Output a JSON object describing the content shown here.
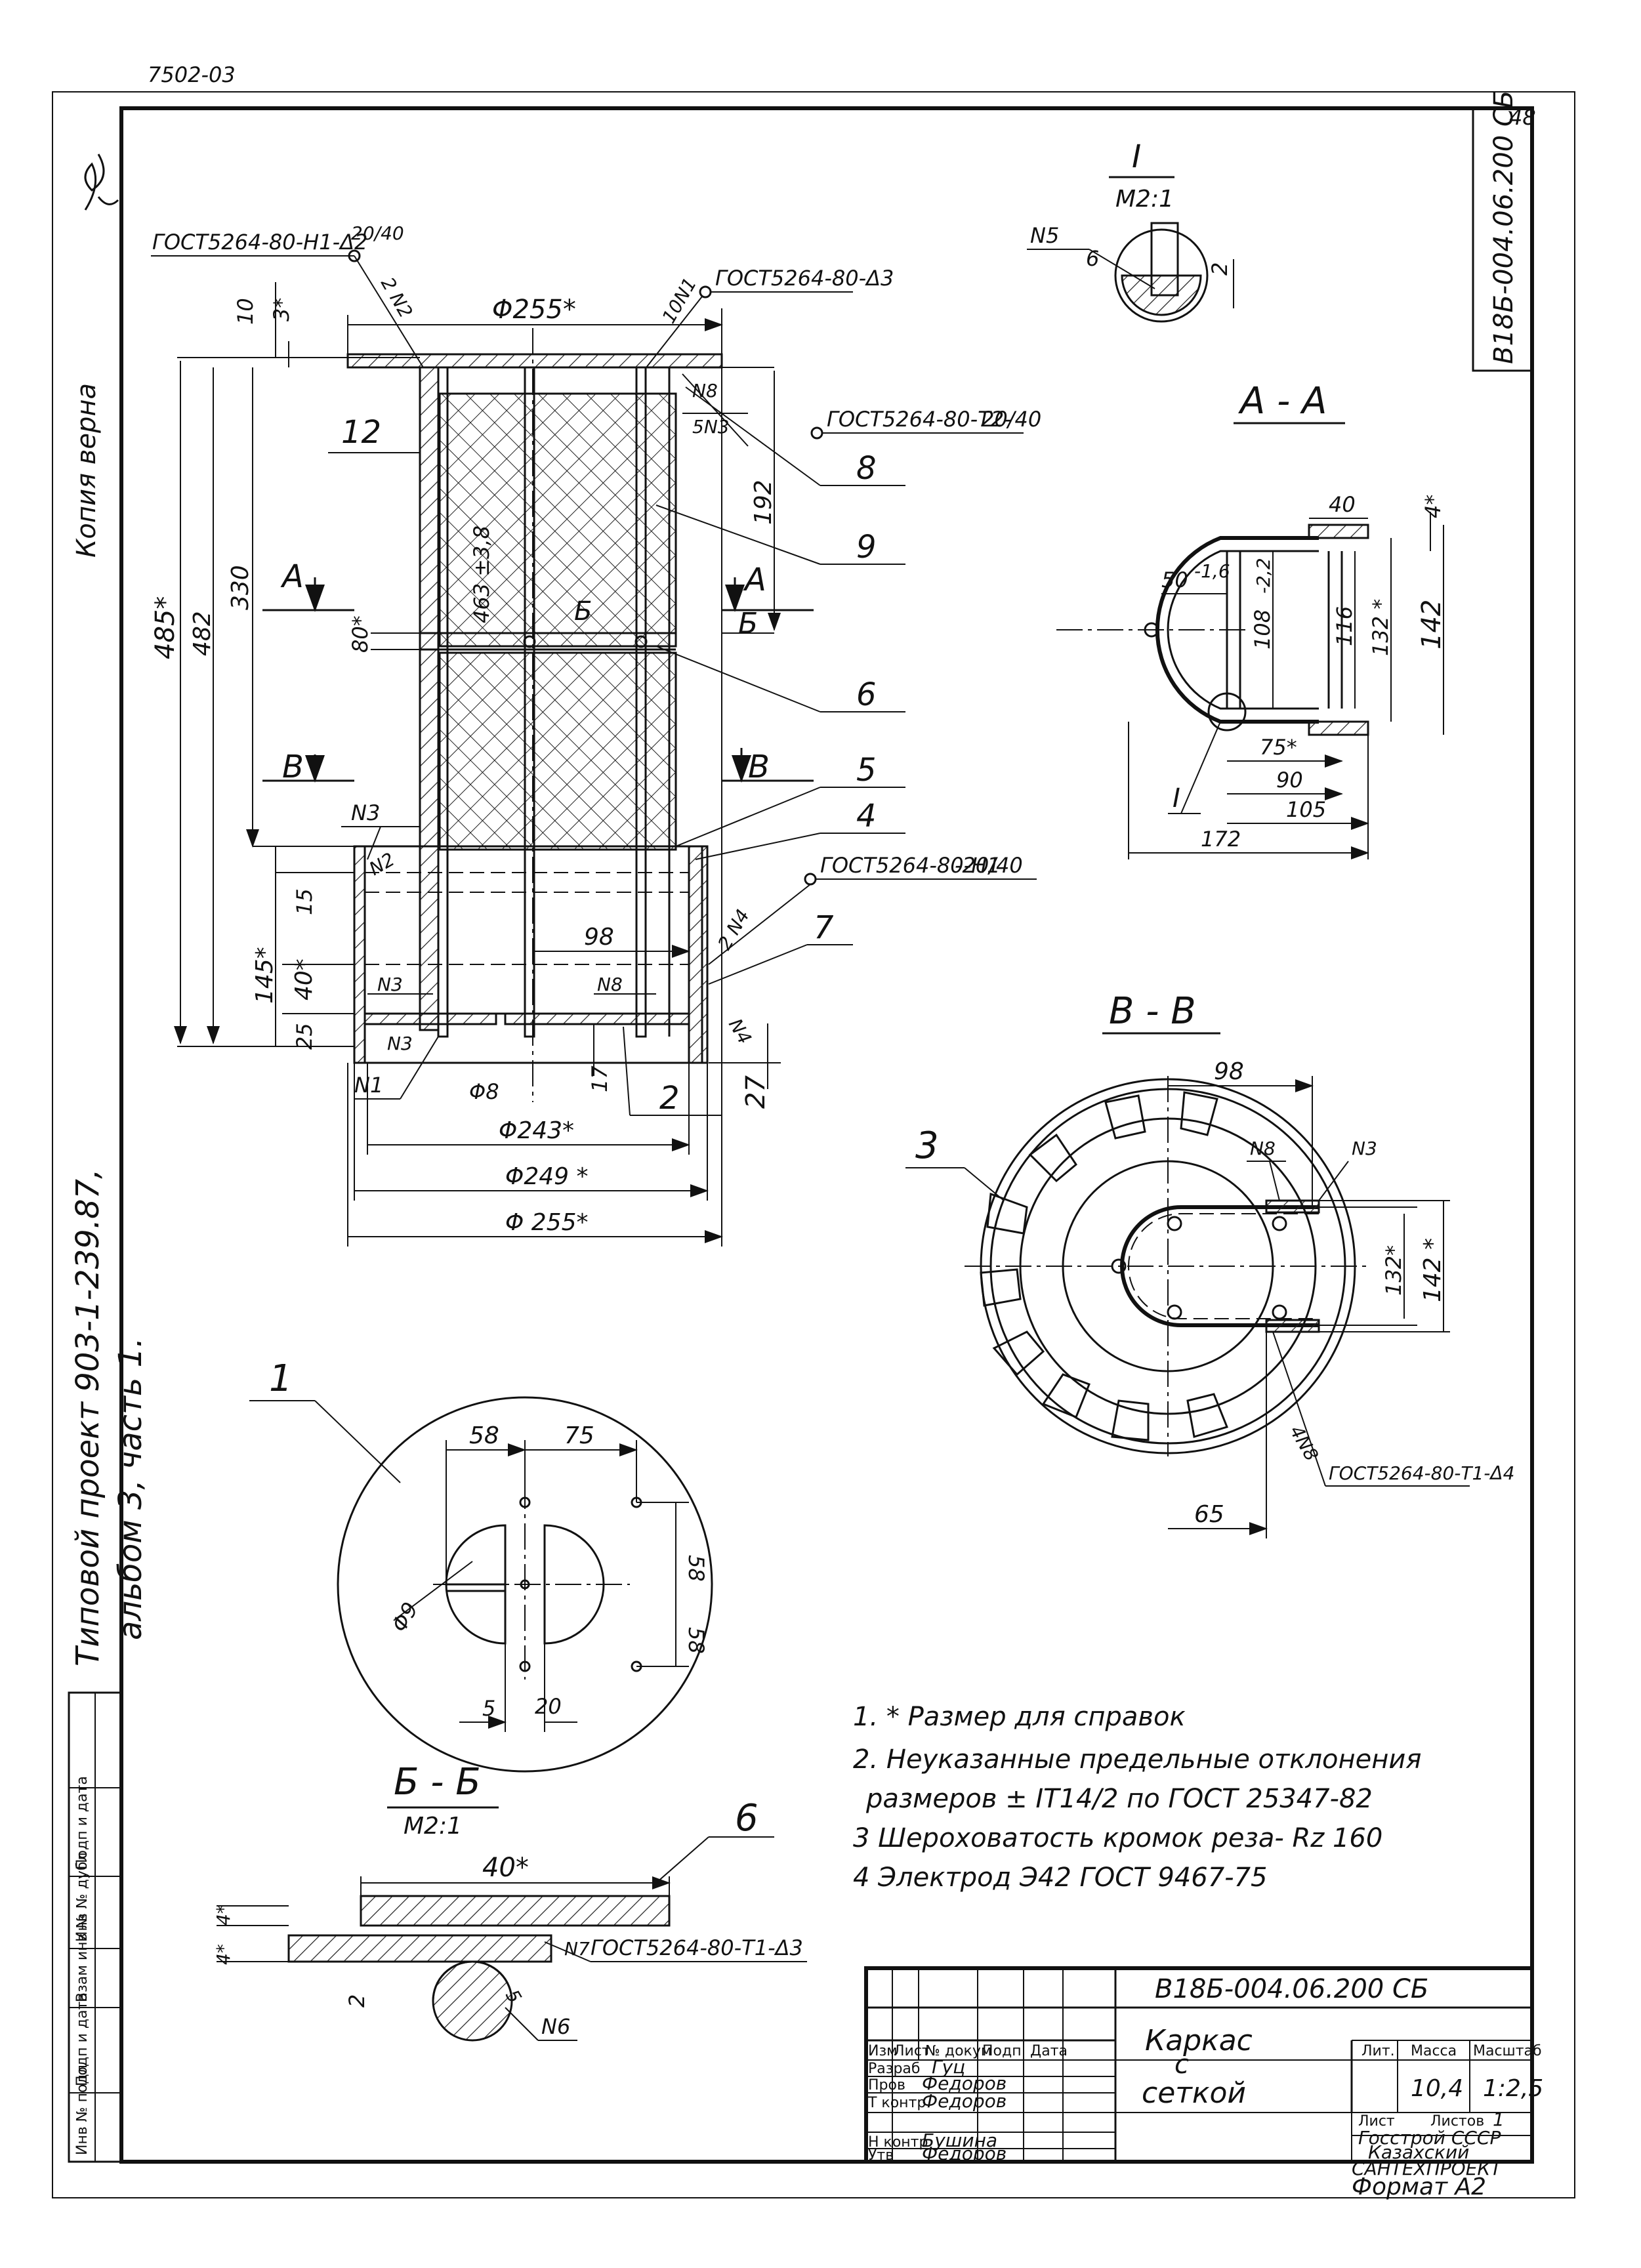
{
  "top_code": "7502-03",
  "sheet_no": "48",
  "doc_code_vertical": "В18Б-004.06.200 СБ",
  "copy_note": "Копия верна",
  "left_note_line1": "Типовой проект 903-1-239.87,",
  "left_note_line2": "альбом 3, часть 1.",
  "side_stamp": [
    "Инв № подл",
    "Подп и дата",
    "Взам инв №",
    "Инв № дубл",
    "Подп и дата"
  ],
  "view_main": {
    "gost_top_left": "ГОСТ5264-80-Н1-Δ2",
    "gost_top_left_sup": "20/40",
    "gost_top_right": "ГОСТ5264-80-Δ3",
    "gost_t2": "ГОСТ5264-80-Т2-",
    "gost_t2_frac": "20/40",
    "gost_h1": "ГОСТ5264-80-Н1",
    "gost_h1_frac": "-20/40",
    "dim_d255_top": "Φ255*",
    "dim_10": "10",
    "dim_3": "3*",
    "dim_485": "485*",
    "dim_482": "482",
    "dim_330": "330",
    "dim_463": "463 ±3,8",
    "dim_192": "192",
    "dim_80": "80*",
    "dim_15": "15",
    "dim_145": "145*",
    "dim_40": "40*",
    "dim_25": "25",
    "dim_98": "98",
    "dim_17": "17",
    "dim_27": "27",
    "dim_d8": "Φ8",
    "dim_d243": "Φ243*",
    "dim_d249": "Φ249 *",
    "dim_d255_bot": "Φ 255*",
    "weld_2n2": "2 N2",
    "weld_10n1": "10N1",
    "weld_n8_top": "N8",
    "weld_5n3": "5N3",
    "weld_n3a": "N3",
    "weld_n2": "N2",
    "weld_n3b": "N3",
    "weld_n3c": "N3",
    "weld_n1": "N1",
    "weld_n8_bot": "N8",
    "weld_2n4": "2 N4",
    "weld_n4": "N4",
    "sec_a": "A",
    "sec_a2": "A",
    "sec_b": "Б",
    "sec_b2": "Б",
    "sec_v": "В",
    "sec_v2": "В",
    "parts": [
      "12",
      "8",
      "9",
      "6",
      "5",
      "4",
      "7",
      "2"
    ]
  },
  "view_I": {
    "title": "I",
    "scale": "М2:1",
    "weld": "N5",
    "pos": "6",
    "dim": "2"
  },
  "view_AA": {
    "title": "А - А",
    "dim_40": "40",
    "dim_4": "4*",
    "dim_50": "50",
    "dim_50_tol": "-1,6",
    "dim_108": "108",
    "dim_108_tol": "-2,2",
    "dim_116": "116",
    "dim_132": "132 *",
    "dim_142": "142",
    "dim_75": "75*",
    "dim_90": "90",
    "dim_105": "105",
    "dim_172": "172",
    "mark_I": "I"
  },
  "view_VV": {
    "title": "В - В",
    "dim_98": "98",
    "weld_n8": "N8",
    "weld_n3": "N3",
    "dim_132": "132*",
    "dim_142": "142 *",
    "dim_65": "65",
    "weld_4n8": "4N8",
    "gost": "ГОСТ5264-80-Т1-Δ4",
    "pos": "3"
  },
  "view_1": {
    "pos": "1",
    "dim_58_top": "58",
    "dim_75": "75",
    "dim_58_r1": "58",
    "dim_58_r2": "58",
    "dim_d9": "Φ9",
    "dim_5": "5",
    "dim_20": "20"
  },
  "view_BB": {
    "title": "Б - Б",
    "scale": "М2:1",
    "dim_40": "40*",
    "dim_4a": "4*",
    "dim_4b": "4*",
    "dim_2": "2",
    "dim_5": "5",
    "weld_n7": "N7",
    "gost": "ГОСТ5264-80-Т1-Δ3",
    "weld_n6": "N6",
    "pos": "6"
  },
  "notes": [
    "1. * Размер для справок",
    "2. Неуказанные предельные отклонения",
    "размеров ± IT14/2 по ГОСТ 25347-82",
    "3 Шероховатость кромок реза- Rz 160",
    "4 Электрод Э42 ГОСТ 9467-75"
  ],
  "title_block": {
    "doc_code": "В18Б-004.06.200 СБ",
    "name_line1": "Каркас",
    "name_line2": "с",
    "name_line3": "сеткой",
    "hdr_izm": "Изм",
    "hdr_list": "Лист",
    "hdr_doc": "№ докум",
    "hdr_sign": "Подп",
    "hdr_date": "Дата",
    "role_1": "Разраб",
    "name_1": "Гуц",
    "role_2": "Пров",
    "name_2": "Федоров",
    "role_3": "Т контр",
    "name_3": "Федоров",
    "role_4": "Н контр",
    "name_4": "Бушина",
    "role_5": "Утв",
    "name_5": "Федоров",
    "lit": "Лит.",
    "mass": "Масса",
    "scale_hdr": "Масштаб",
    "mass_val": "10,4",
    "scale_val": "1:2,5",
    "sheet": "Лист",
    "sheets": "Листов",
    "sheets_val": "1",
    "org1": "Госстрой СССР",
    "org2": "Казахский",
    "org3": "САНТЕХПРОЕКТ",
    "format": "Формат А2"
  }
}
